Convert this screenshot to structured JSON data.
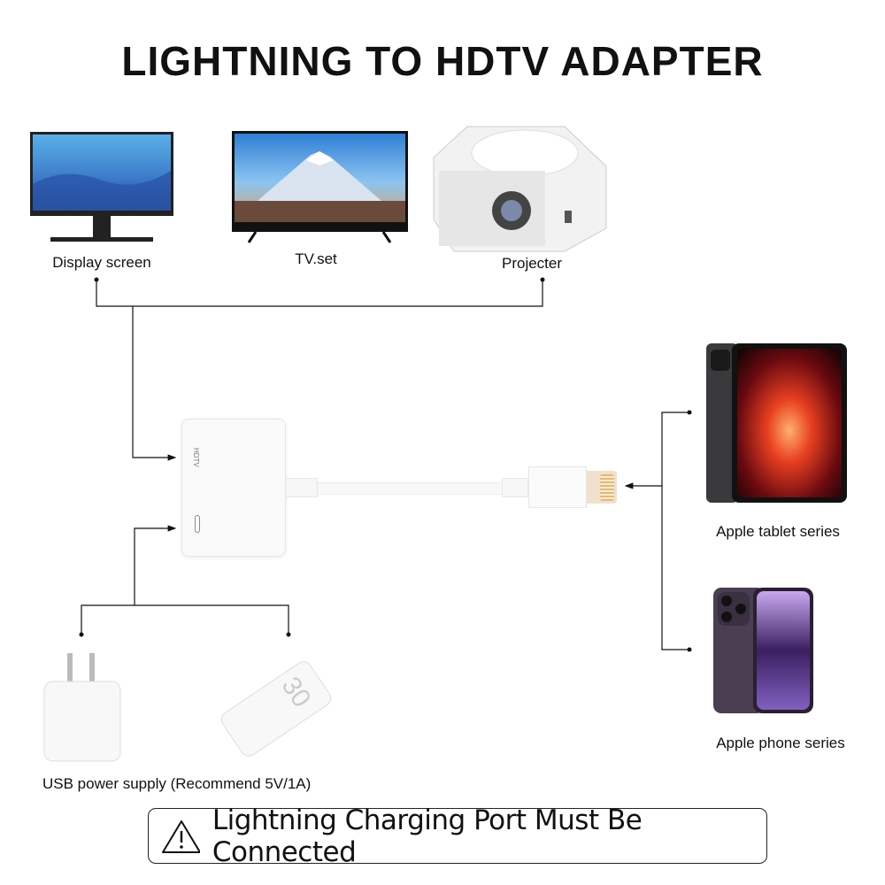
{
  "title": "LIGHTNING TO HDTV ADAPTER",
  "outputs": [
    {
      "label": "Display screen",
      "icon": "monitor-icon"
    },
    {
      "label": "TV.set",
      "icon": "tv-icon"
    },
    {
      "label": "Projecter",
      "icon": "projector-icon"
    }
  ],
  "adapter": {
    "port_label": "HDTV"
  },
  "devices": [
    {
      "label": "Apple tablet series",
      "icon": "tablet-icon"
    },
    {
      "label": "Apple phone series",
      "icon": "phone-icon"
    }
  ],
  "power": {
    "label": "USB power supply (Recommend 5V/1A)",
    "powerbank_mark": "30"
  },
  "warning": {
    "text": "Lightning Charging Port Must Be Connected",
    "icon": "warning-triangle-icon"
  }
}
